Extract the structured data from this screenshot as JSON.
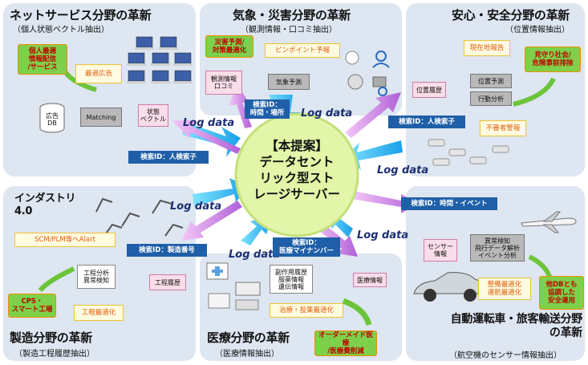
{
  "center": {
    "lines": "【本提案】\nデータセント\nリック型スト\nレージサーバー"
  },
  "log_data": "Log data",
  "panels": {
    "net": {
      "title": "ネットサービス分野の革新",
      "subtitle": "（個人状態ベクトル抽出）",
      "personal_info": "個人最適\n情報配信\n/サービス",
      "ad": "最適広告",
      "db": "広告\nDB",
      "matching": "Matching",
      "state_vector": "状態\nベクトル",
      "search": "検索ID：人検索子"
    },
    "weather": {
      "title": "気象・災害分野の革新",
      "subtitle": "（観測情報・口コミ抽出）",
      "disaster": "災害予測/\n対策最適化",
      "pinpoint": "ピンポイント予報",
      "obs": "観測情報\n口コミ",
      "forecast": "気象予測",
      "search": "検索ID：\n時間・場所"
    },
    "safety": {
      "title": "安心・安全分野の革新",
      "subtitle": "（位置情報抽出）",
      "report": "現在地報告",
      "watch": "見守り社会/\n危険事前排除",
      "history": "位置履歴",
      "position": "位置予測",
      "behavior": "行動分析",
      "suspicious": "不審者警報",
      "search": "検索ID：人検索子"
    },
    "industry": {
      "title": "インダストリ\n4.0",
      "scm": "SCM/PLM等へAlart",
      "analysis": "工程分析\n異常検知",
      "history": "工程履歴",
      "cps": "CPS・\nスマート工場",
      "optimize": "工程最適化",
      "search": "検索ID：製造番号",
      "bottom_title": "製造分野の革新",
      "bottom_sub": "（製造工程履歴抽出）"
    },
    "medical": {
      "title": "医療分野の革新",
      "subtitle": "（医療情報抽出）",
      "search": "検索ID：\n医療マイナンバー",
      "records": "副作用履歴\n服薬情報\n遺伝情報",
      "info": "医療情報",
      "treatment": "治療・投薬最適化",
      "order": "オーダーメイド医療\n/医療費削減"
    },
    "auto": {
      "title": "自動運転車・旅客輸送分野\nの革新",
      "subtitle": "（航空機のセンサー情報抽出）",
      "search": "検索ID：時間・イベント",
      "sensor": "センサー\n情報",
      "analysis": "異常検知\n飛行データ解析\nイベント分析",
      "maintenance": "整備最適化\n運航最適化",
      "cooperation": "他DBとも\n協調した\n安全運用"
    }
  },
  "colors": {
    "panel": "#dde6f1",
    "search": "#1f5fa8",
    "green": "#7ed04a",
    "center": "#e2f5a8"
  }
}
